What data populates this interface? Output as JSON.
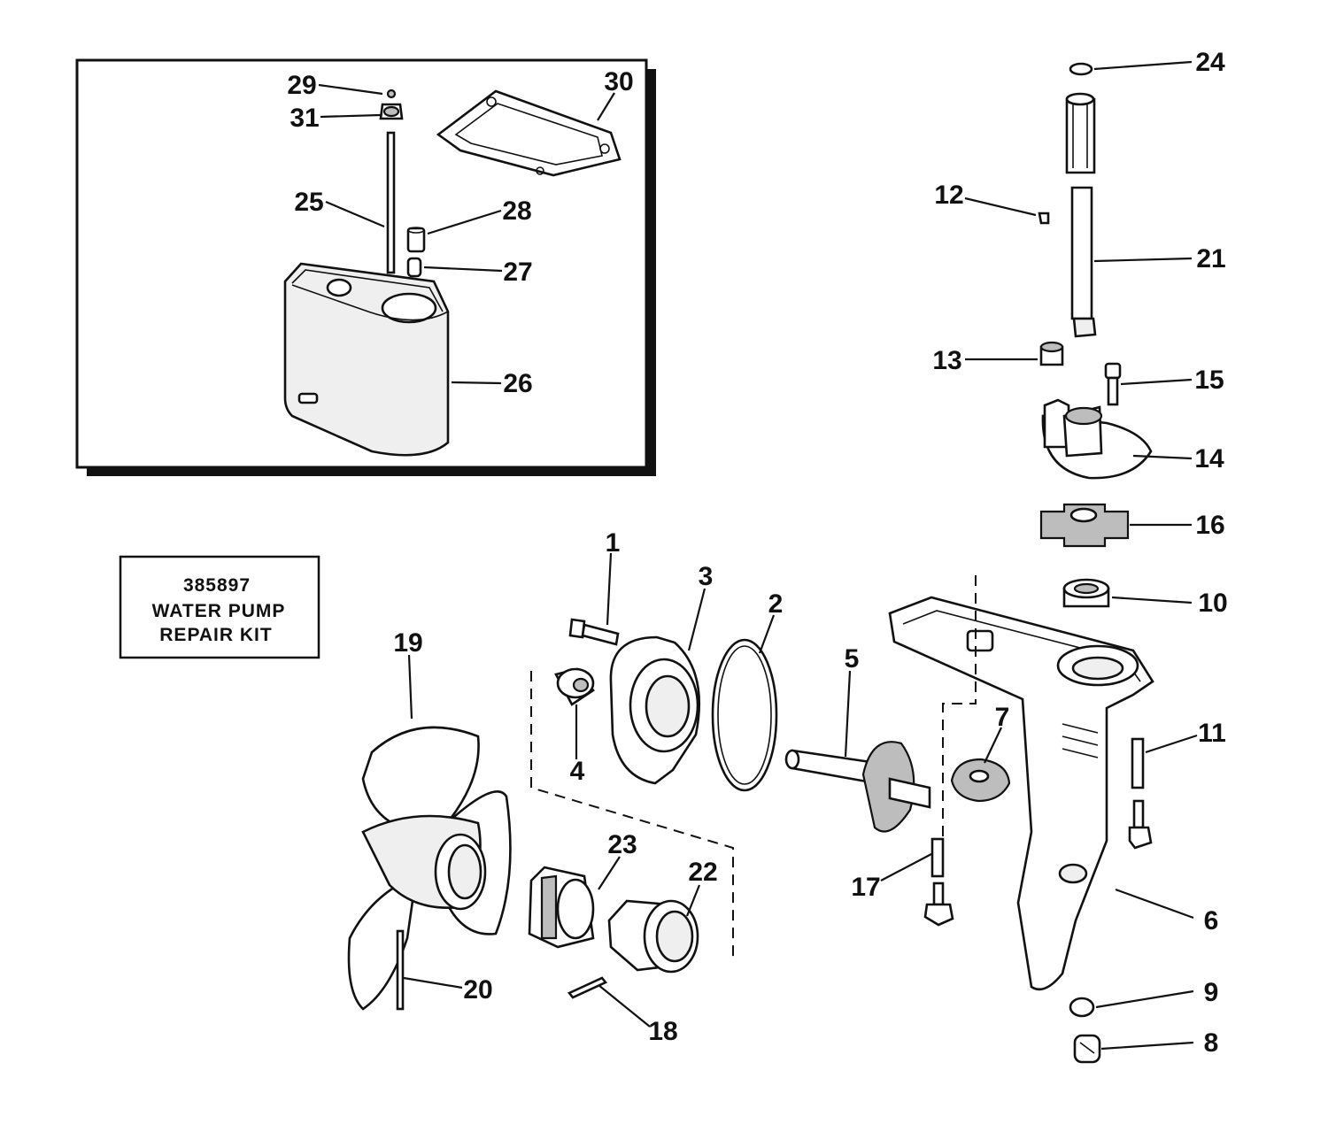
{
  "kit": {
    "part_number": "385897",
    "line1": "WATER PUMP",
    "line2": "REPAIR KIT"
  },
  "callouts": [
    "1",
    "2",
    "3",
    "4",
    "5",
    "6",
    "7",
    "8",
    "9",
    "10",
    "11",
    "12",
    "13",
    "14",
    "15",
    "16",
    "17",
    "18",
    "19",
    "20",
    "21",
    "22",
    "23",
    "24",
    "25",
    "26",
    "27",
    "28",
    "29",
    "30",
    "31"
  ],
  "colors": {
    "ink": "#111111",
    "paper": "#ffffff",
    "shade": "#bdbdbd"
  }
}
